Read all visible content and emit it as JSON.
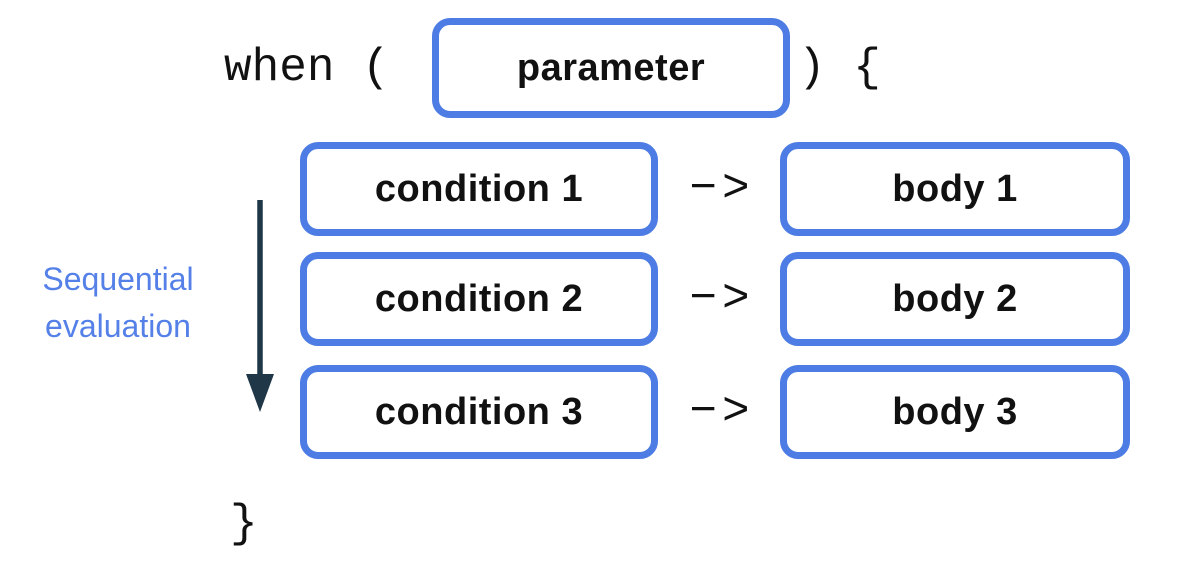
{
  "code": {
    "when_open": "when (",
    "paren_brace": ") {",
    "closing_brace": "}"
  },
  "parameter_label": "parameter",
  "rows": [
    {
      "condition": "condition 1",
      "arrow": "−>",
      "body": "body 1"
    },
    {
      "condition": "condition 2",
      "arrow": "−>",
      "body": "body 2"
    },
    {
      "condition": "condition 3",
      "arrow": "−>",
      "body": "body 3"
    }
  ],
  "annotation": {
    "line1": "Sequential",
    "line2": "evaluation"
  },
  "colors": {
    "box_border": "#4c7ce4",
    "annotation_text": "#5480e8",
    "sequence_arrow": "#1f3747",
    "code_text": "#111111"
  }
}
